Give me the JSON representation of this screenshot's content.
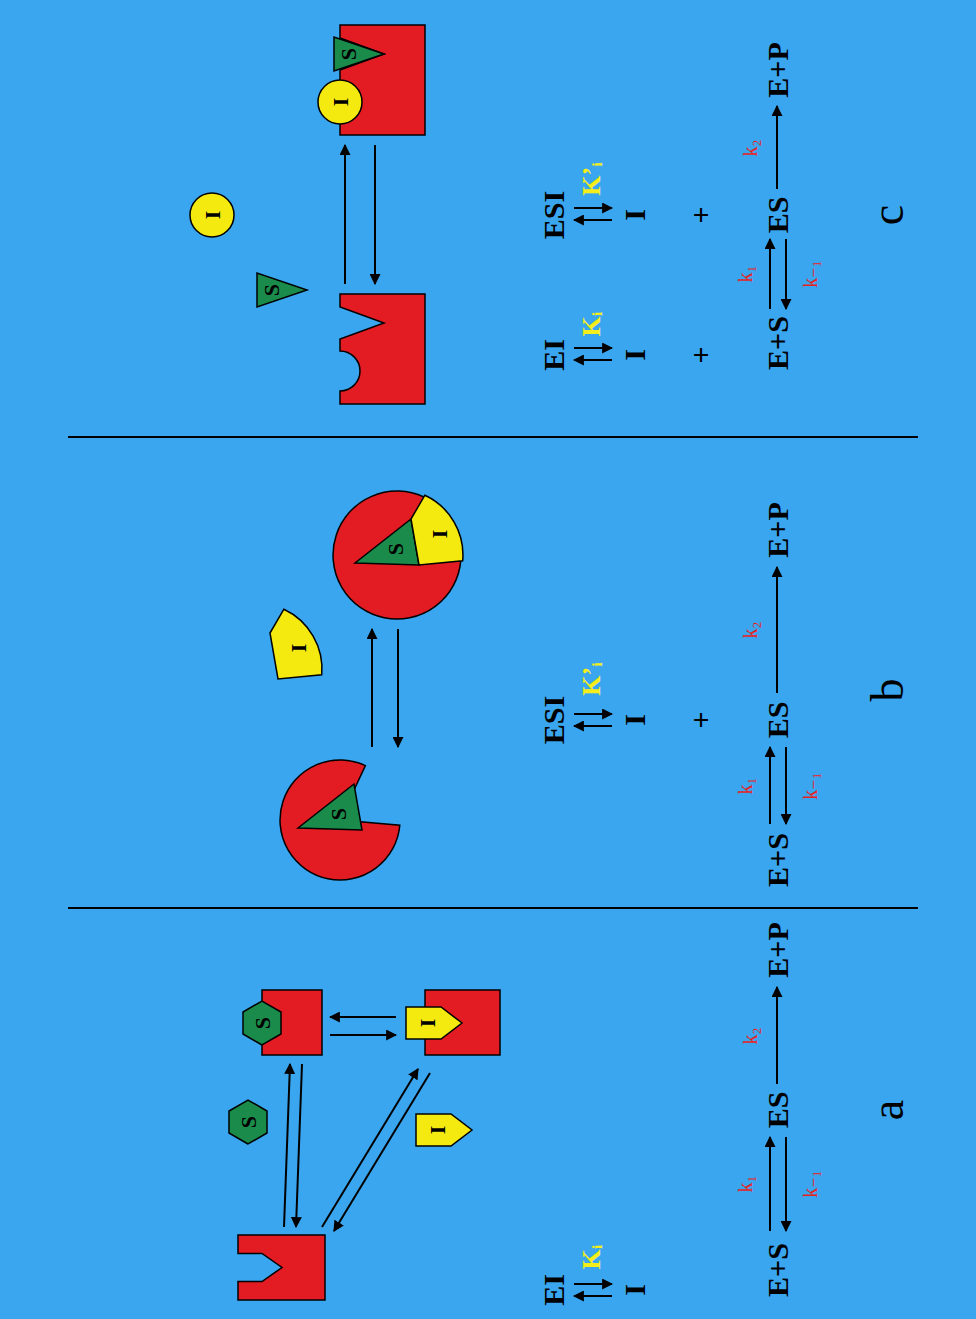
{
  "diagram": {
    "nodes": [
      {
        "text": [
          "S"
        ]
      },
      {
        "text": [
          "S"
        ]
      },
      {
        "text": [
          "I"
        ]
      },
      {
        "text": [
          "I"
        ]
      },
      {
        "text": [
          "S"
        ]
      },
      {
        "text": [
          "I"
        ]
      },
      {
        "text": [
          "S"
        ]
      },
      {
        "text": [
          "I"
        ]
      },
      {
        "text": [
          "I"
        ]
      },
      {
        "text": [
          "S"
        ]
      },
      {
        "text": [
          "I"
        ]
      },
      {
        "text": [
          "S"
        ]
      }
    ],
    "labels": [
      "EI",
      "Kᵢ",
      "I",
      "E+S",
      "k₁",
      "k₋₁",
      "ES",
      "k₂",
      "E+P",
      "a",
      "ESI",
      "K’ᵢ",
      "I",
      "+",
      "E+S",
      "k₁",
      "k₋₁",
      "ES",
      "k₂",
      "E+P",
      "b",
      "EI",
      "Kᵢ",
      "I",
      "+",
      "E+S",
      "k₁",
      "k₋₁",
      "ESI",
      "K’ᵢ",
      "I",
      "+",
      "ES",
      "k₂",
      "E+P",
      "c"
    ]
  }
}
